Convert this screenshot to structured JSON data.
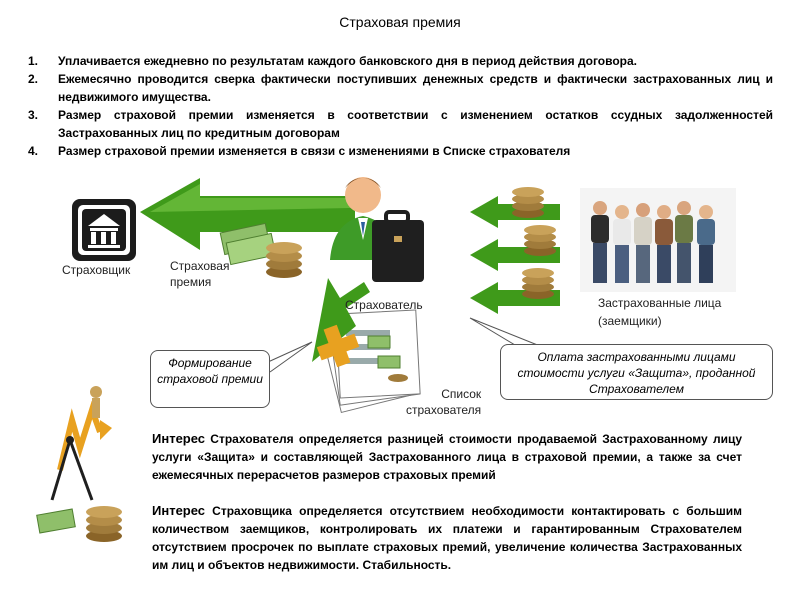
{
  "title": "Страховая премия",
  "list_items": [
    {
      "num": "1.",
      "text": "Уплачивается ежедневно по результатам каждого банковского дня в период действия договора."
    },
    {
      "num": "2.",
      "text": "Ежемесячно проводится сверка фактически поступивших денежных средств и фактически застрахованных лиц и недвижимого имущества."
    },
    {
      "num": "3.",
      "text": "Размер страховой премии изменяется в соответствии с изменением остатков ссудных задолженностей Застрахованных лиц по кредитным договорам"
    },
    {
      "num": "4.",
      "text": "Размер страховой премии изменяется в связи с изменениями в Списке страхователя"
    }
  ],
  "labels": {
    "insurer": "Страховщик",
    "premium": "Страховая\nпремия",
    "policyholder": "Страхователь",
    "insured": "Застрахованные лица\n(заемщики)",
    "list": "Список\nстрахователя"
  },
  "callouts": {
    "forming": "Формирование страховой премии",
    "payment": "Оплата застрахованными лицами стоимости услуги «Защита», проданной Страхователем"
  },
  "paragraphs": [
    {
      "lead": "Интерес",
      "text": " Страхователя определяется разницей стоимости продаваемой Застрахованному лицу услуги «Защита» и составляющей Застрахованного лица в страховой премии, а также за счет ежемесячных перерасчетов размеров страховых премий"
    },
    {
      "lead": "Интерес",
      "text": " Страховщика определяется отсутствием необходимости контактировать с большим количеством заемщиков, контролировать их платежи и гарантированным Страхователем отсутствием просрочек по выплате страховых премий, увеличение количества Застрахованных им лиц и объектов недвижимости. Стабильность."
    }
  ],
  "colors": {
    "arrow_green": "#3f9a1a",
    "coin": "#a07b3b",
    "cash": "#8fbf6a",
    "briefcase": "#1f1f1f",
    "plus": "#e8a120"
  }
}
